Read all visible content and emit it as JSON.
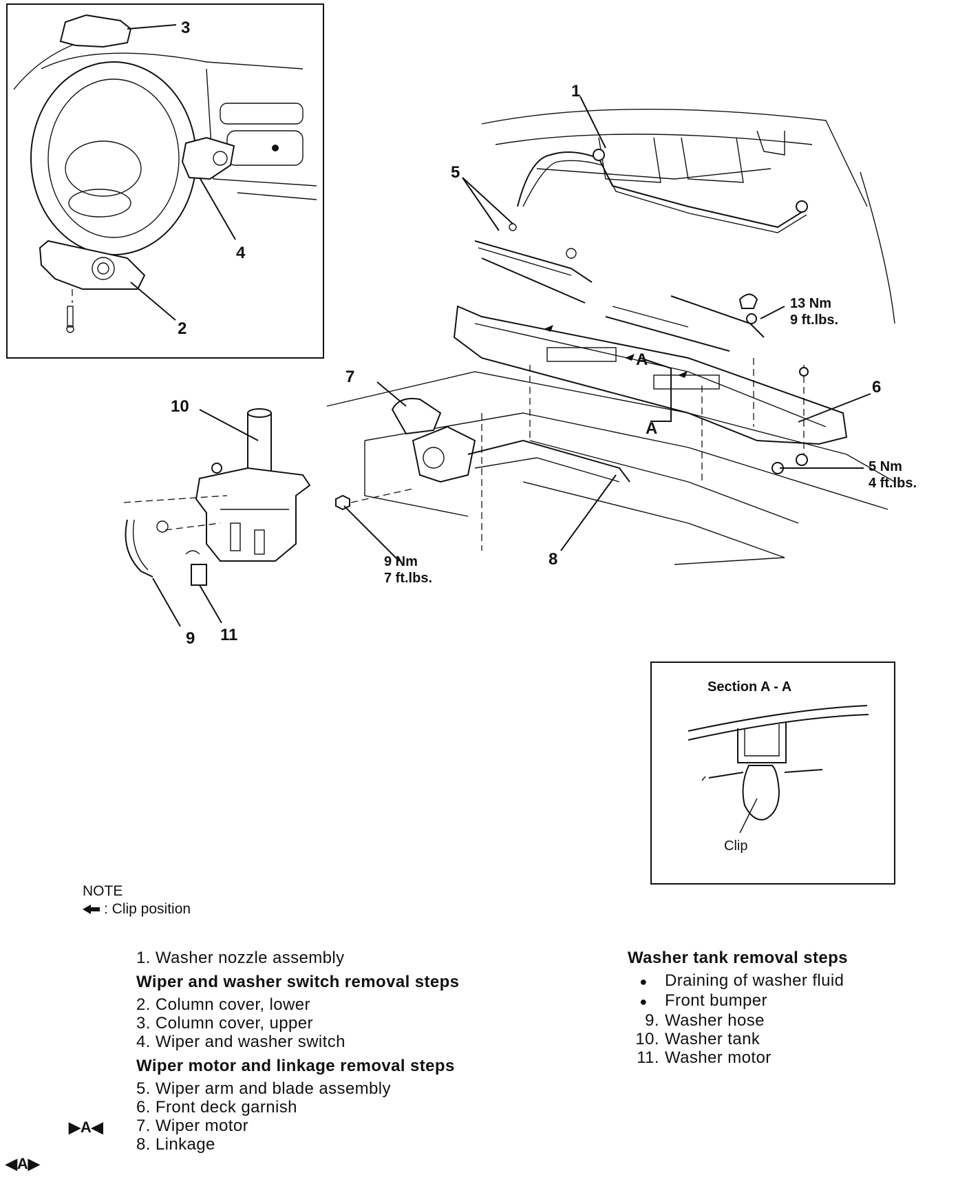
{
  "callouts": {
    "c1": "1",
    "c2": "2",
    "c3": "3",
    "c4": "4",
    "c5": "5",
    "c6": "6",
    "c7": "7",
    "c8": "8",
    "c9": "9",
    "c10": "10",
    "c11": "11",
    "sectionA_top": "A",
    "sectionA_bottom": "A"
  },
  "torques": {
    "t13nm": "13 Nm",
    "t9ftlbs": "9 ft.lbs.",
    "t5nm": "5 Nm",
    "t4ftlbs": "4 ft.lbs.",
    "t9nm": "9 Nm",
    "t7ftlbs": "7 ft.lbs."
  },
  "section": {
    "title": "Section A - A",
    "clip_label": "Clip"
  },
  "note": {
    "title": "NOTE",
    "text": ": Clip position"
  },
  "left_steps": {
    "item1": "1. Washer nozzle assembly",
    "head1": "Wiper and washer switch removal steps",
    "item2": "2. Column cover, lower",
    "item3": "3. Column cover, upper",
    "item4": "4. Wiper and washer switch",
    "head2": "Wiper motor and linkage removal steps",
    "item5": "5. Wiper arm and blade assembly",
    "item6": "6. Front deck garnish",
    "item7": "7. Wiper motor",
    "item8": "8. Linkage",
    "marker_a_inner": "▶A◀",
    "marker_a_outer": "◀A▶"
  },
  "right_steps": {
    "head": "Washer tank removal steps",
    "bullet_sym": "●",
    "b1": "Draining of washer fluid",
    "b2": "Front bumper",
    "n9": "9.",
    "t9": "Washer hose",
    "n10": "10.",
    "t10": "Washer tank",
    "n11": "11.",
    "t11": "Washer motor"
  }
}
